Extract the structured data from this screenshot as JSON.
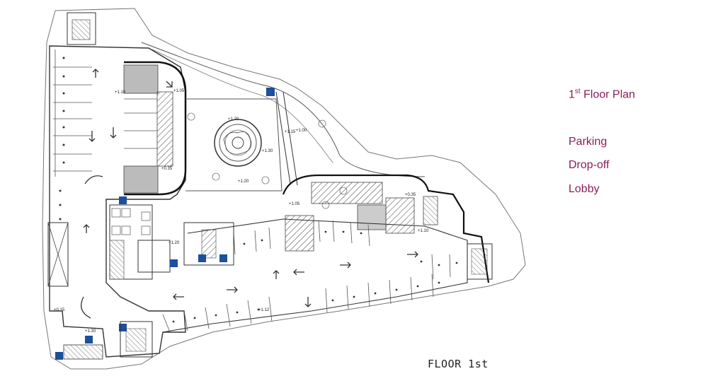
{
  "legend": {
    "title_num": "1",
    "title_sup": "st",
    "title_rest": " Floor Plan",
    "items": [
      "Parking",
      "Drop-off",
      "Lobby"
    ],
    "color": "#8b1d5b"
  },
  "plan": {
    "caption": "FLOOR 1st",
    "levels": [
      "+1.10",
      "+1.20",
      "+1.05",
      "+0.35",
      "+1.15",
      "+1.00",
      "+1.30",
      "+1.12",
      "+0.15",
      "+1.30",
      "+0.35",
      "+1.05",
      "+1.10",
      "+1.20",
      "+1.20"
    ]
  }
}
